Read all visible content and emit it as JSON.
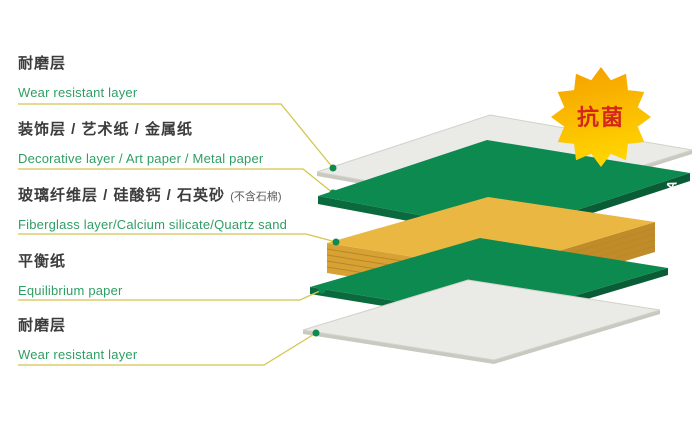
{
  "labels": [
    {
      "zh": "耐磨层",
      "en": "Wear resistant layer"
    },
    {
      "zh": "装饰层 / 艺术纸 / 金属纸",
      "en": "Decorative layer / Art paper / Metal paper"
    },
    {
      "zh": "玻璃纤维层 / 硅酸钙 / 石英砂",
      "zh_note": "(不含石棉)",
      "en": "Fiberglass layer/Calcium silicate/Quartz sand"
    },
    {
      "zh": "平衡纸",
      "en": "Equilibrium paper"
    },
    {
      "zh": "耐磨层",
      "en": "Wear resistant layer"
    }
  ],
  "badge": {
    "text": "抗菌"
  },
  "brand": {
    "text": "FORCA"
  },
  "colors": {
    "chinese_text": "#3c3c3c",
    "english_text": "#2f9e64",
    "leader_line": "#d6c44e",
    "dot": "#0d8a4f",
    "layer_white_top": "#eaeae6",
    "layer_white_side": "#c9c9c1",
    "layer_green_top": "#0d8a4f",
    "layer_green_side_left": "#0a6a3d",
    "layer_green_side_right": "#095c36",
    "layer_yellow_top": "#eab842",
    "layer_yellow_side_left": "#d7a134",
    "layer_yellow_side_right": "#c08c2a",
    "yellow_sheet_line": "#b9872a",
    "badge_gradient_start": "#f59e00",
    "badge_gradient_end": "#ffd400",
    "badge_text": "#d4261c",
    "brand_text": "#ffffff"
  }
}
